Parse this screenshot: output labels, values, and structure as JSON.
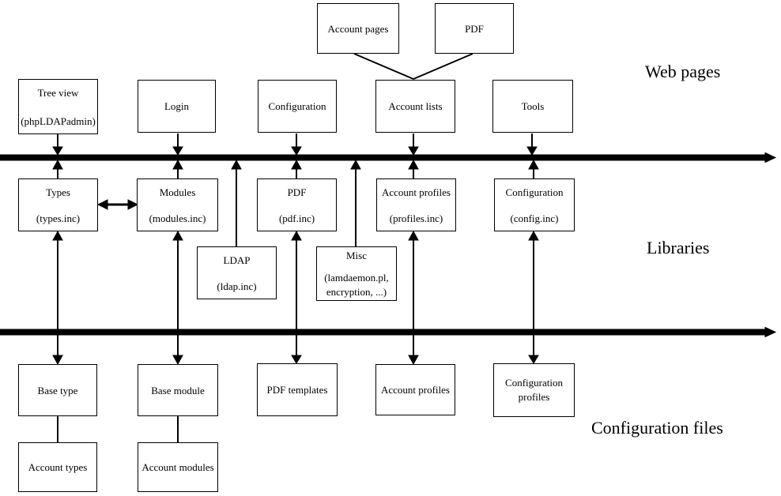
{
  "layer_labels": {
    "web_pages": "Web pages",
    "libraries": "Libraries",
    "configuration_files": "Configuration files"
  },
  "boxes": {
    "account_pages": {
      "title": "Account pages"
    },
    "pdf_page": {
      "title": "PDF"
    },
    "tree_view": {
      "title": "Tree view",
      "subtitle": "(phpLDAPadmin)"
    },
    "login": {
      "title": "Login"
    },
    "configuration_page": {
      "title": "Configuration"
    },
    "account_lists": {
      "title": "Account lists"
    },
    "tools": {
      "title": "Tools"
    },
    "types": {
      "title": "Types",
      "subtitle": "(types.inc)"
    },
    "modules": {
      "title": "Modules",
      "subtitle": "(modules.inc)"
    },
    "pdf_lib": {
      "title": "PDF",
      "subtitle": "(pdf.inc)"
    },
    "account_profiles_lib": {
      "title": "Account profiles",
      "subtitle": "(profiles.inc)"
    },
    "configuration_lib": {
      "title": "Configuration",
      "subtitle": "(config.inc)"
    },
    "ldap": {
      "title": "LDAP",
      "subtitle": "(ldap.inc)"
    },
    "misc": {
      "title": "Misc",
      "subtitle_line1": "(lamdaemon.pl,",
      "subtitle_line2": "encryption, ...)"
    },
    "base_type": {
      "title": "Base type"
    },
    "base_module": {
      "title": "Base module"
    },
    "pdf_templates": {
      "title": "PDF templates"
    },
    "account_profiles_file": {
      "title": "Account profiles"
    },
    "configuration_profiles": {
      "title_line1": "Configuration",
      "title_line2": "profiles"
    },
    "account_types": {
      "title": "Account types"
    },
    "account_modules": {
      "title": "Account modules"
    }
  },
  "colors": {
    "line": "#000000",
    "background": "#ffffff",
    "text": "#000000"
  }
}
